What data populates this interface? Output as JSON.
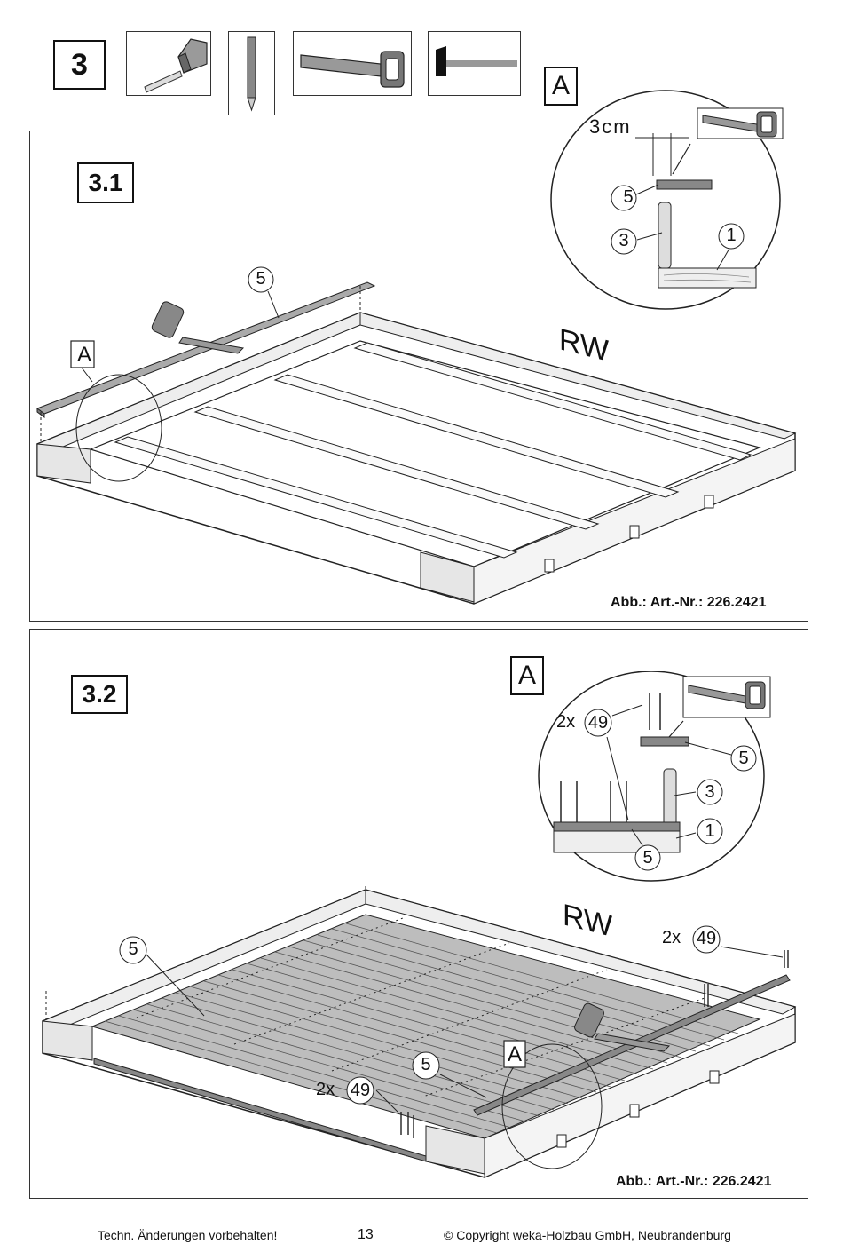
{
  "header": {
    "step_number": "3",
    "tools": [
      {
        "name": "tape-measure-icon"
      },
      {
        "name": "pencil-icon"
      },
      {
        "name": "saw-icon"
      },
      {
        "name": "hammer-icon"
      }
    ]
  },
  "panel1": {
    "step_label": "3.1",
    "detail_letter": "A",
    "part_5": "5",
    "part_3": "3",
    "part_1": "1",
    "dim": "3cm",
    "rw": "RW",
    "main_part": "5",
    "main_detail": "A",
    "caption": "Abb.: Art.-Nr.: 226.2421"
  },
  "panel2": {
    "step_label": "3.2",
    "detail_letter": "A",
    "nails_prefix": "2x",
    "nails_part": "49",
    "part_5a": "5",
    "part_3": "3",
    "part_1": "1",
    "part_5b": "5",
    "rw": "RW",
    "main_part_5": "5",
    "main_nails_prefix": "2x",
    "main_nails_part": "49",
    "main_part_5b": "5",
    "main_nails2_prefix": "2x",
    "main_nails2_part": "49",
    "main_detail": "A",
    "caption": "Abb.: Art.-Nr.: 226.2421"
  },
  "footer": {
    "left": "Techn. Änderungen vorbehalten!",
    "page": "13",
    "right": "© Copyright weka-Holzbau GmbH, Neubrandenburg"
  }
}
